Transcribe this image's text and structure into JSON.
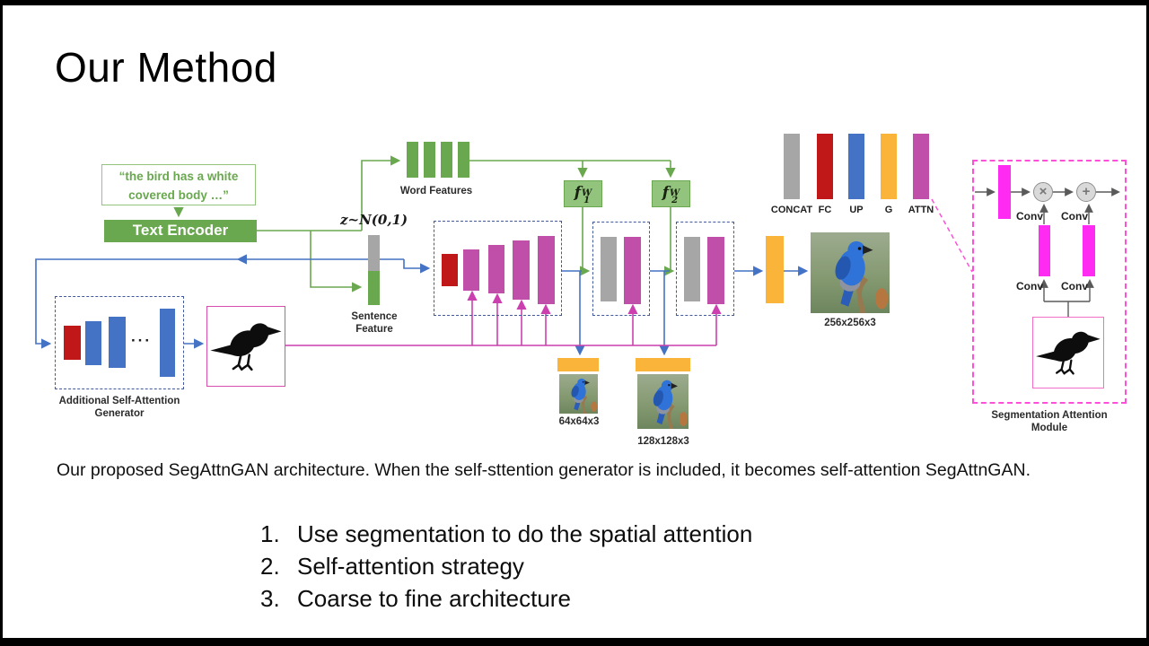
{
  "slide": {
    "title": "Our Method",
    "caption": "Our proposed SegAttnGAN architecture. When the self-sttention generator is included, it becomes self-attention SegAttnGAN.",
    "bullets": [
      {
        "num": "1.",
        "text": "Use segmentation to do the spatial attention"
      },
      {
        "num": "2.",
        "text": "Self-attention strategy"
      },
      {
        "num": "3.",
        "text": "Coarse to fine architecture"
      }
    ]
  },
  "diagram": {
    "quote_text": "“the bird has a white covered body …”",
    "text_encoder_label": "Text Encoder",
    "word_features_label": "Word Features",
    "z_label": "z~N(0,1)",
    "sentence_feature_label": "Sentence Feature",
    "f1": {
      "base": "f",
      "sub": "1",
      "sup": "W"
    },
    "f2": {
      "base": "f",
      "sub": "2",
      "sup": "W"
    },
    "dots": "···",
    "gen_label": "Additional Self-Attention Generator",
    "legend": [
      {
        "label": "CONCAT",
        "color": "#a6a6a6"
      },
      {
        "label": "FC",
        "color": "#c01818"
      },
      {
        "label": "UP",
        "color": "#4472c4"
      },
      {
        "label": "G",
        "color": "#fbb43a"
      },
      {
        "label": "ATTN",
        "color": "#bf4fa8"
      }
    ],
    "outputs": {
      "img256_label": "256x256x3",
      "img64_label": "64x64x3",
      "img128_label": "128x128x3"
    },
    "seg_module": {
      "label": "Segmentation Attention Module",
      "conv_label": "Conv",
      "multiply_symbol": "×",
      "add_symbol": "+"
    }
  },
  "colors": {
    "green": "#69a84e",
    "green_light": "#93c47d",
    "gray_bar": "#a6a6a6",
    "red_bar": "#c01818",
    "blue_bar": "#4472c4",
    "orange_bar": "#fbb43a",
    "magenta_bar": "#bf4fa8",
    "magenta_bright": "#ff2bf2",
    "pink_dashed": "#ff4fd8",
    "pink_box_border": "#d44fb0",
    "line_blue": "#4472c4",
    "line_magenta": "#cc3fae",
    "dash_blue": "#44589e"
  }
}
